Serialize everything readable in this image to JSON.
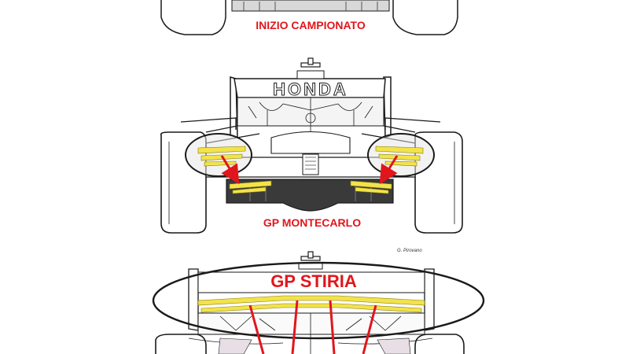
{
  "labels": {
    "top_caption": "INIZIO CAMPIONATO",
    "middle_caption": "GP MONTECARLO",
    "bottom_caption": "GP STIRIA",
    "car_brand": "HONDA",
    "author": "G. Pirovano"
  },
  "colors": {
    "accent_red": "#e0161c",
    "highlight_yellow": "#f2e34a",
    "line": "#1a1a1a",
    "dark_panel": "#3a3a3a"
  }
}
